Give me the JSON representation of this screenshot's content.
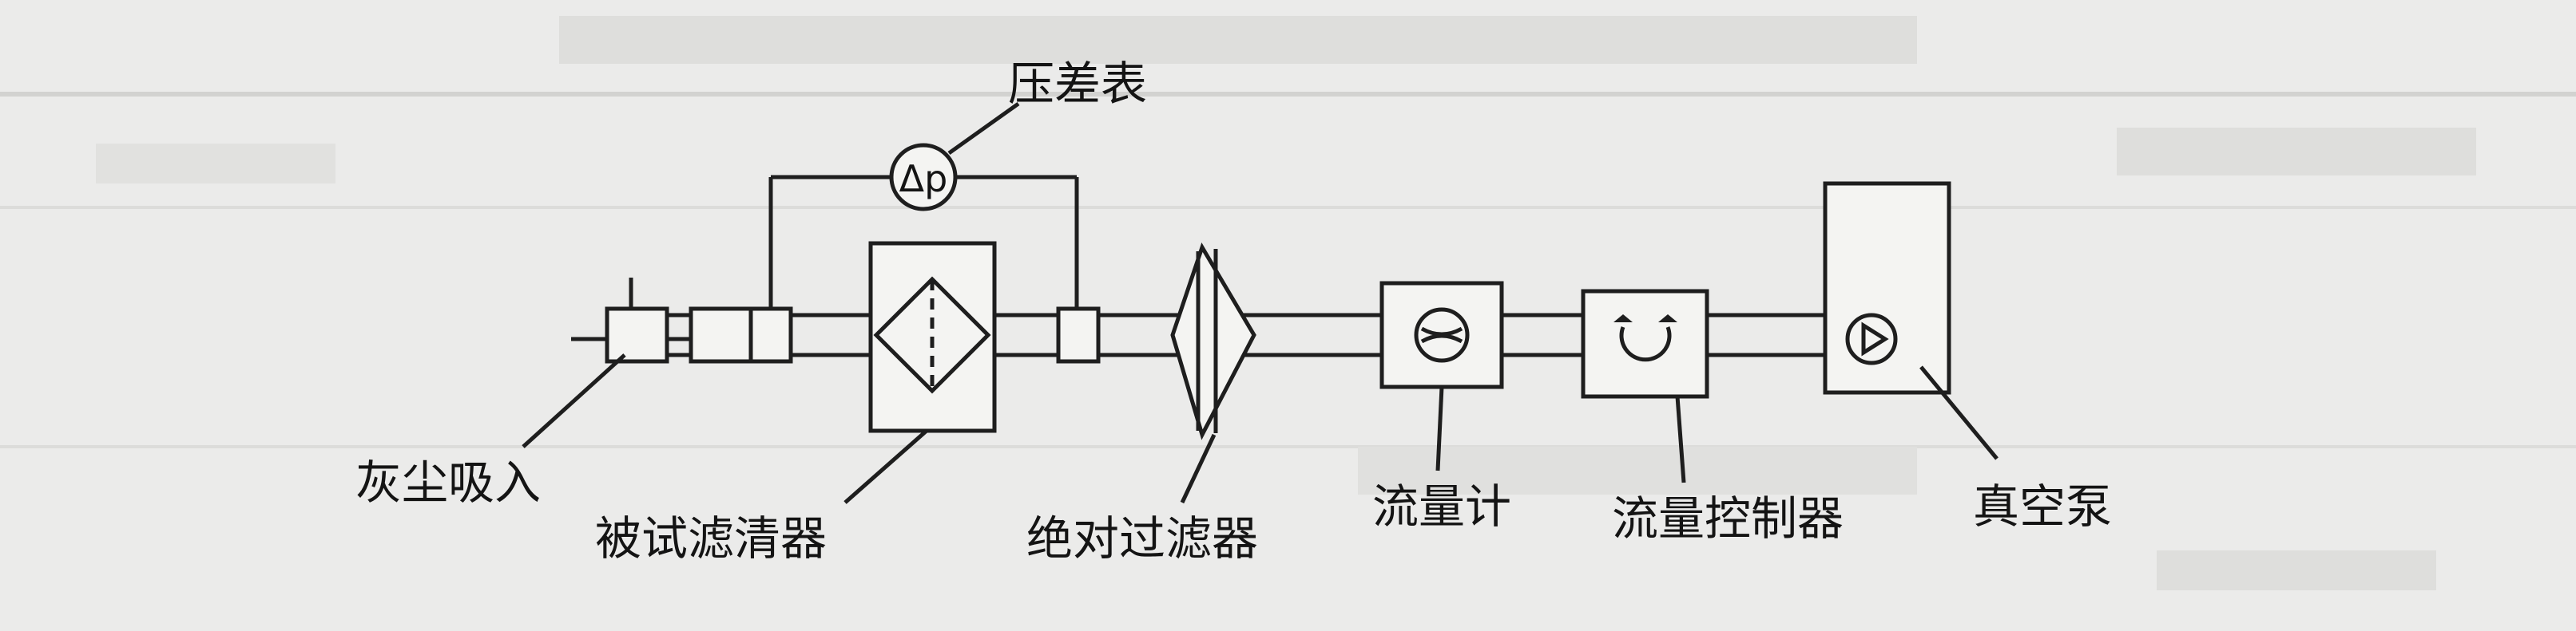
{
  "labels": {
    "pressure_gauge": "压差表",
    "dp_symbol": "Δp",
    "dust_intake": "灰尘吸入",
    "tested_filter": "被试滤清器",
    "absolute_filter": "绝对过滤器",
    "flow_meter": "流量计",
    "flow_controller": "流量控制器",
    "vacuum_pump": "真空泵"
  },
  "colors": {
    "background": "#ebebea",
    "line": "#1e1e1e",
    "ghost_text": "#c9c9c7"
  }
}
